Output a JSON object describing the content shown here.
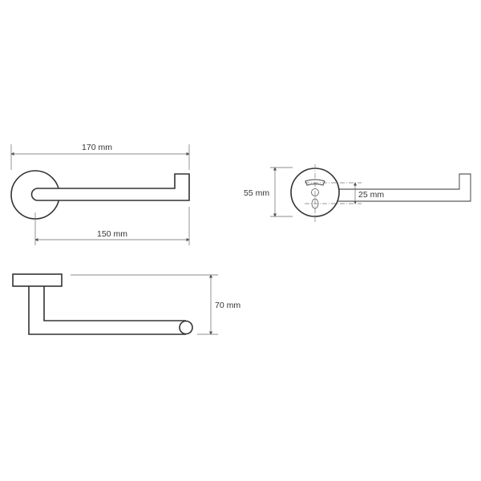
{
  "dimensions": {
    "overall_length": "170 mm",
    "bar_length": "150 mm",
    "rosette_diameter": "55 mm",
    "mounting_hole_spacing": "25 mm",
    "projection_depth": "70 mm"
  },
  "colors": {
    "line": "#333333",
    "dimension_line": "#666666",
    "background": "#ffffff"
  }
}
